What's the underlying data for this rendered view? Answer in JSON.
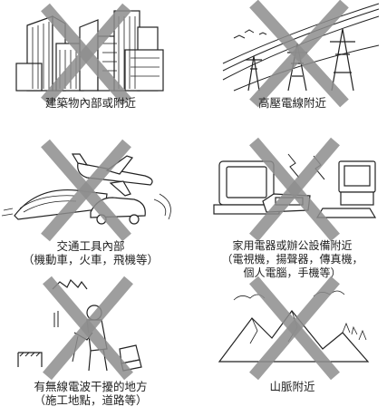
{
  "panels": {
    "buildings": {
      "caption": "建築物內部或附近",
      "icon": "buildings-icon"
    },
    "power_lines": {
      "caption": "高壓電線附近",
      "icon": "power-lines-icon"
    },
    "vehicles": {
      "caption_line1": "交通工具內部",
      "caption_line2": "（機動車，火車，飛機等）",
      "icon": "vehicles-icon"
    },
    "appliances": {
      "caption_line1": "家用電器或辦公設備附近",
      "caption_line2": "（電視機，揚聲器，傳真機，",
      "caption_line3": "個人電腦，手機等）",
      "icon": "appliances-icon"
    },
    "interference": {
      "caption_line1": "有無線電波干擾的地方",
      "caption_line2": "（施工地點，道路等）",
      "icon": "construction-icon"
    },
    "mountains": {
      "caption": "山脈附近",
      "icon": "mountains-icon"
    }
  },
  "prohibit_mark_color": "#8e8e8e"
}
